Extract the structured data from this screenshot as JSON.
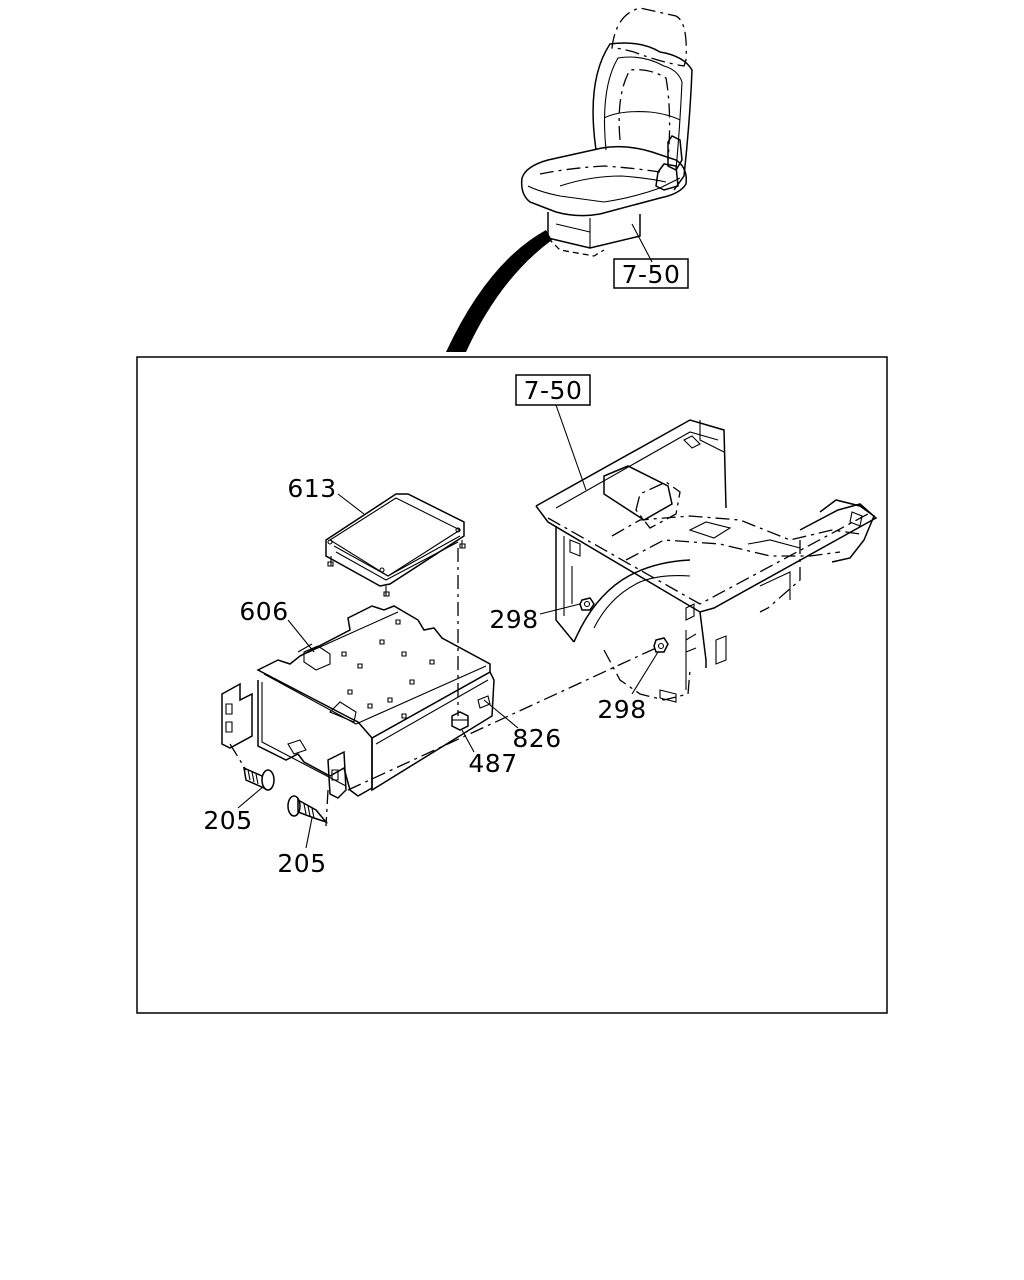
{
  "seat_reference": "7-50",
  "detail_reference": "7-50",
  "callouts": {
    "ecu": "613",
    "bracket": "606",
    "nut_upper": "298",
    "nut_lower": "298",
    "clip": "826",
    "nut_bracket": "487",
    "screw_left": "205",
    "screw_bottom": "205"
  },
  "colors": {
    "line": "#000000",
    "background": "#ffffff"
  }
}
